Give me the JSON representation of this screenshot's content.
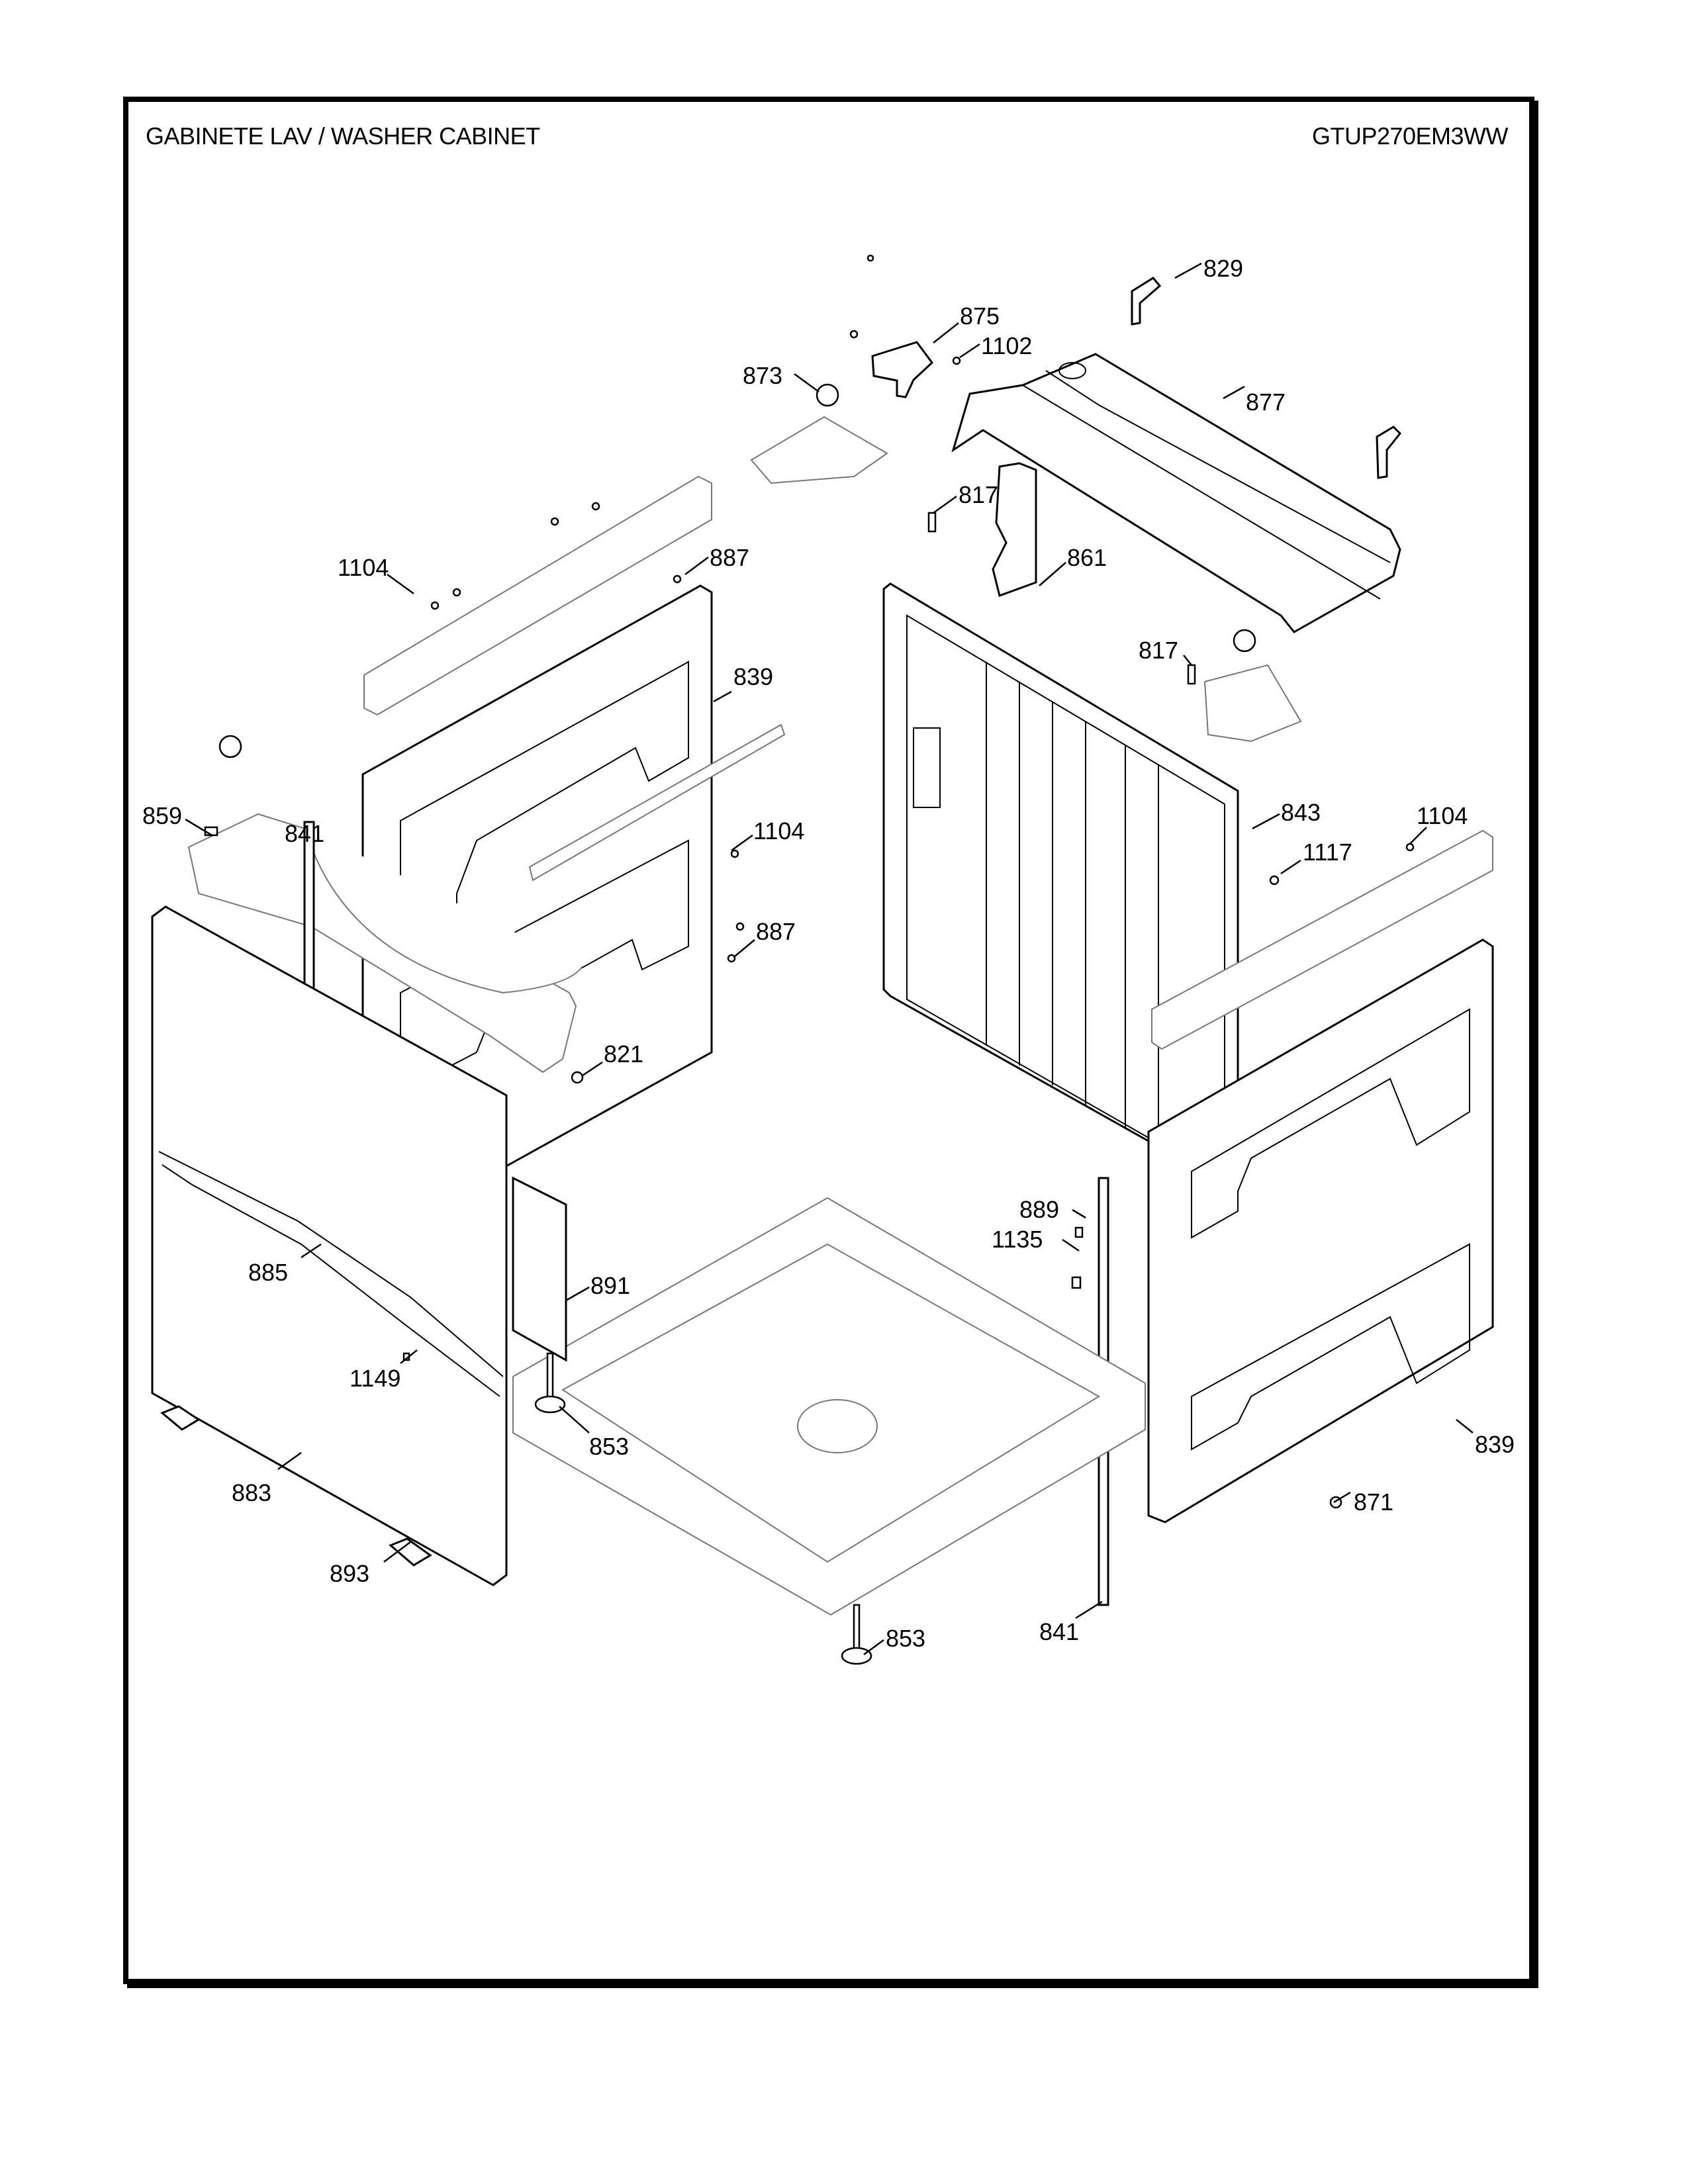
{
  "header": {
    "title": "GABINETE LAV / WASHER CABINET",
    "model": "GTUP270EM3WW"
  },
  "callouts": [
    {
      "id": "c829",
      "label": "829"
    },
    {
      "id": "c875",
      "label": "875"
    },
    {
      "id": "c1102",
      "label": "1102"
    },
    {
      "id": "c873",
      "label": "873"
    },
    {
      "id": "c877",
      "label": "877"
    },
    {
      "id": "c817a",
      "label": "817"
    },
    {
      "id": "c861",
      "label": "861"
    },
    {
      "id": "c1104a",
      "label": "1104"
    },
    {
      "id": "c887a",
      "label": "887"
    },
    {
      "id": "c839a",
      "label": "839"
    },
    {
      "id": "c817b",
      "label": "817"
    },
    {
      "id": "c841a",
      "label": "841"
    },
    {
      "id": "c859",
      "label": "859"
    },
    {
      "id": "c1104b",
      "label": "1104"
    },
    {
      "id": "c843",
      "label": "843"
    },
    {
      "id": "c1104c",
      "label": "1104"
    },
    {
      "id": "c1117",
      "label": "1117"
    },
    {
      "id": "c887b",
      "label": "887"
    },
    {
      "id": "c821",
      "label": "821"
    },
    {
      "id": "c889",
      "label": "889"
    },
    {
      "id": "c885",
      "label": "885"
    },
    {
      "id": "c1135",
      "label": "1135"
    },
    {
      "id": "c891",
      "label": "891"
    },
    {
      "id": "c1149",
      "label": "1149"
    },
    {
      "id": "c839b",
      "label": "839"
    },
    {
      "id": "c883",
      "label": "883"
    },
    {
      "id": "c871",
      "label": "871"
    },
    {
      "id": "c853a",
      "label": "853"
    },
    {
      "id": "c893",
      "label": "893"
    },
    {
      "id": "c841b",
      "label": "841"
    },
    {
      "id": "c853b",
      "label": "853"
    }
  ]
}
